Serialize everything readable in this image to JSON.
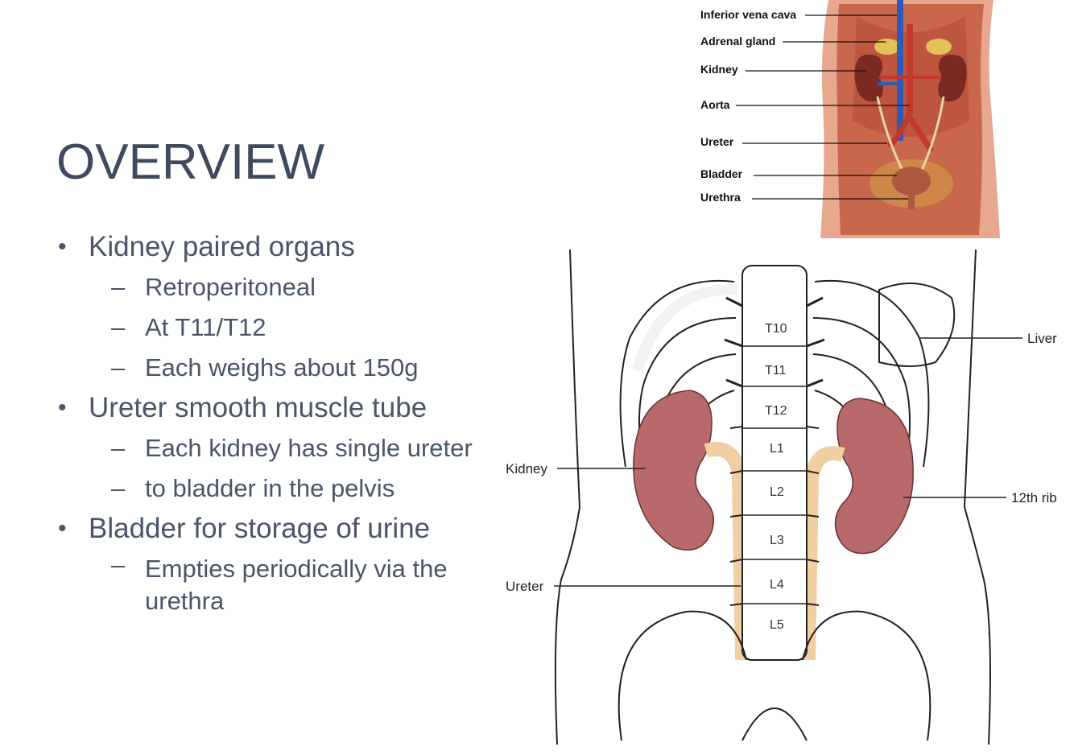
{
  "title": "OVERVIEW",
  "bullets": [
    {
      "text": "Kidney paired organs",
      "sub": [
        "Retroperitoneal",
        "At T11/T12",
        "Each weighs about 150g"
      ]
    },
    {
      "text": "Ureter smooth muscle tube",
      "sub": [
        "Each kidney has single ureter",
        "to bladder in the pelvis"
      ]
    },
    {
      "text": "Bladder  for storage of urine",
      "sub": [
        "Empties periodically via the urethra"
      ]
    }
  ],
  "figure1": {
    "labels": {
      "ivc": "Inferior vena cava",
      "adrenal": "Adrenal gland",
      "kidney": "Kidney",
      "aorta": "Aorta",
      "ureter": "Ureter",
      "bladder": "Bladder",
      "urethra": "Urethra"
    }
  },
  "figure2": {
    "labels": {
      "liver": "Liver",
      "kidney": "Kidney",
      "rib": "12th rib",
      "ureter": "Ureter"
    },
    "vertebrae": [
      "T10",
      "T11",
      "T12",
      "L1",
      "L2",
      "L3",
      "L4",
      "L5"
    ]
  },
  "colors": {
    "title": "#3f4a5e",
    "text": "#4a5568",
    "kidney": "#b86a6a",
    "ureter_tan": "#f2cfa3",
    "vein": "#2e5bb8",
    "artery": "#c0392b",
    "muscle": "#c9674a"
  }
}
